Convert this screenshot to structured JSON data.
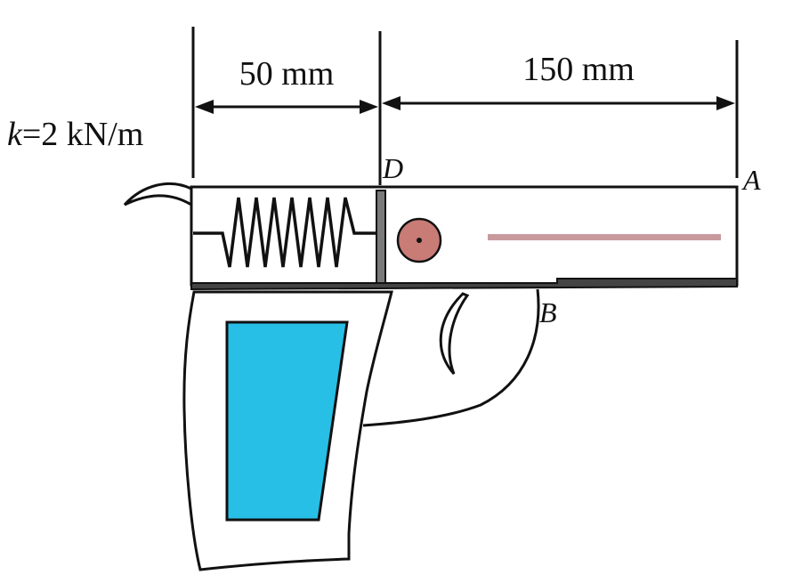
{
  "figure": {
    "dimension_left": "50 mm",
    "dimension_right": "150 mm",
    "spring_constant": {
      "symbol": "k",
      "value": "=2 kN/m"
    },
    "points": {
      "A": "A",
      "B": "B",
      "D": "D"
    }
  },
  "colors": {
    "magazine": "#27bfe6",
    "ball": "#c97b76",
    "rod": "#c89a9d",
    "outline": "#111111",
    "plate": "#7a7a7a"
  }
}
